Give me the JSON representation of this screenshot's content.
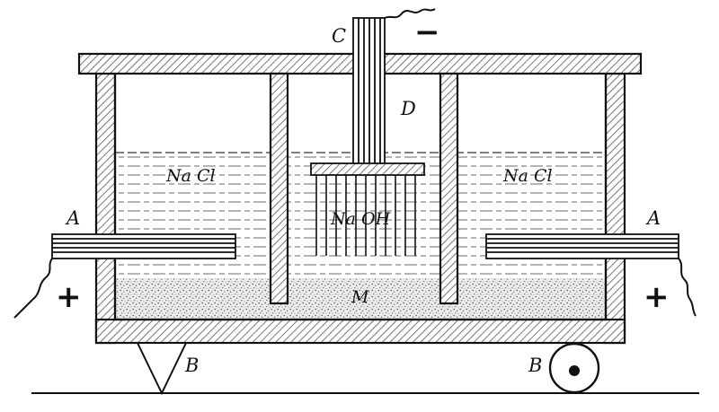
{
  "labels": {
    "cathode": "C",
    "cathode_charge": "−",
    "bell": "D",
    "anode_left": "A",
    "anode_right": "A",
    "anode_left_charge": "+",
    "anode_right_charge": "+",
    "brine_left": "Na Cl",
    "brine_right": "Na Cl",
    "caustic": "Na OH",
    "mercury": "M",
    "pivot": "B",
    "roller": "B"
  },
  "colors": {
    "ink": "#111111",
    "hatch": "#555555",
    "background": "#ffffff"
  }
}
